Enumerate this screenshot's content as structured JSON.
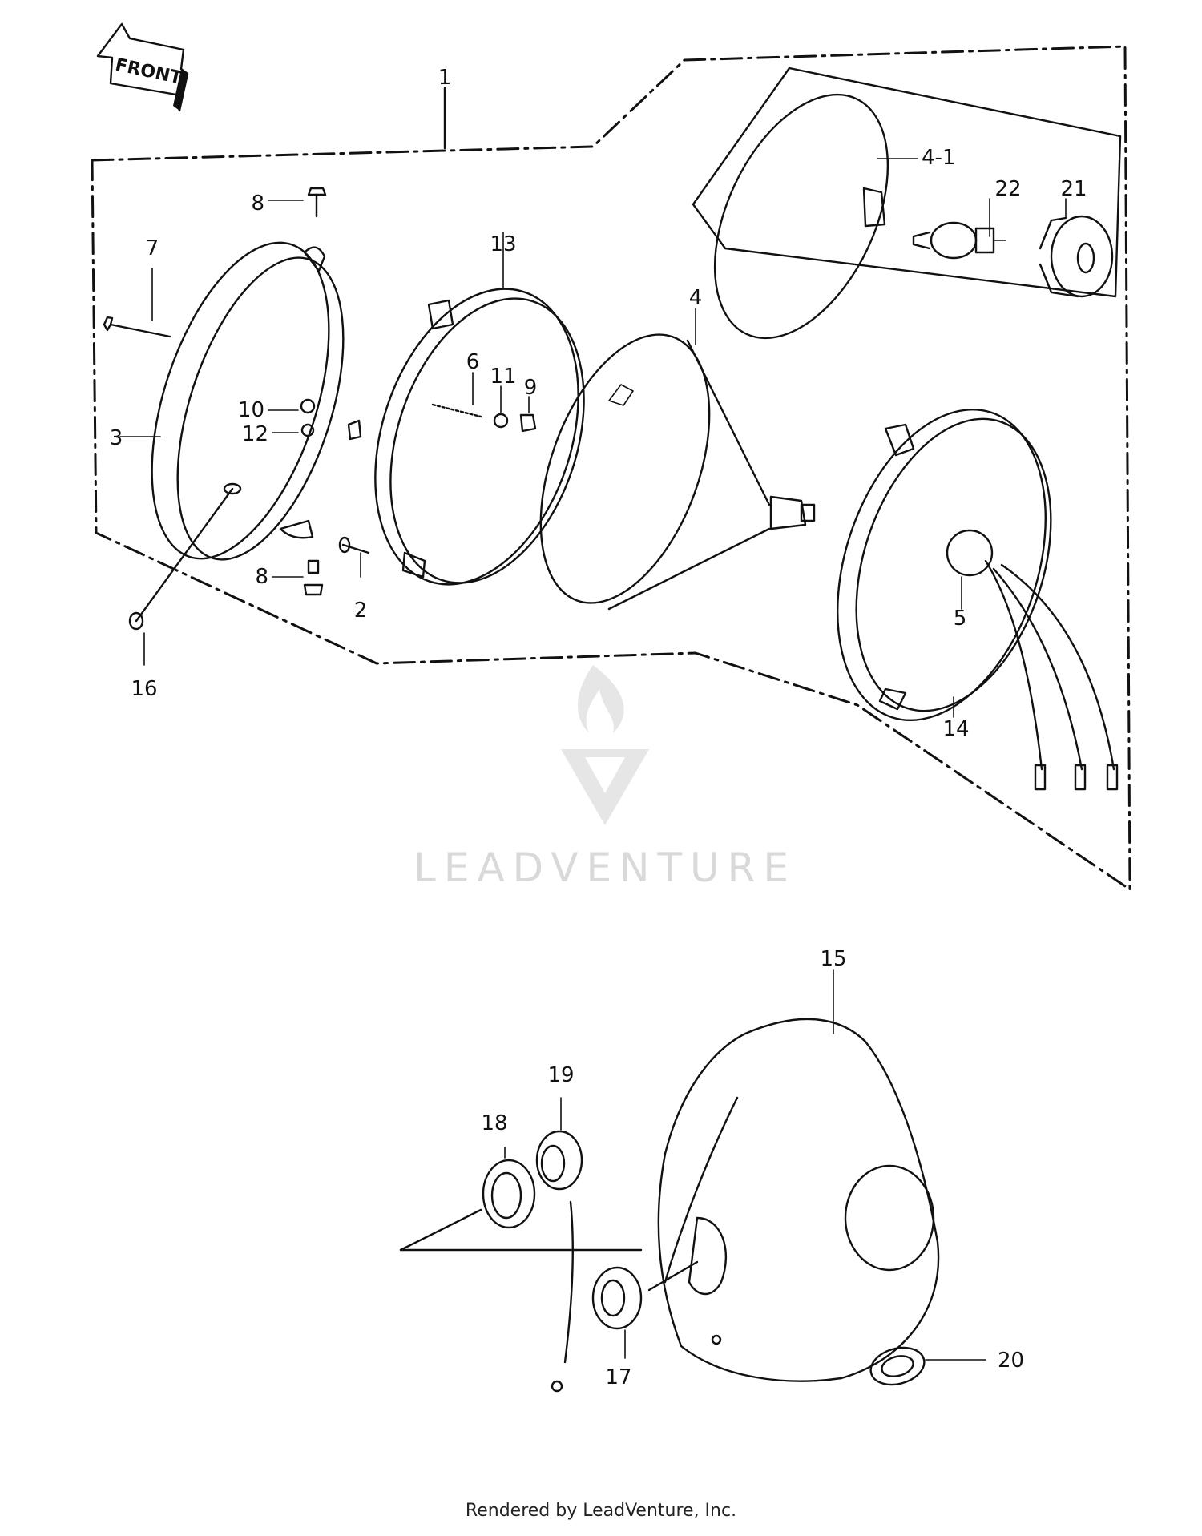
{
  "front_label": "FRONT",
  "watermark": "LEADVENTURE",
  "footer": "Rendered by LeadVenture, Inc.",
  "callouts": {
    "c1": "1",
    "c2": "2",
    "c3": "3",
    "c4": "4",
    "c4_1": "4-1",
    "c5": "5",
    "c6": "6",
    "c7": "7",
    "c8a": "8",
    "c8b": "8",
    "c9": "9",
    "c10": "10",
    "c11": "11",
    "c12": "12",
    "c13": "13",
    "c14": "14",
    "c15": "15",
    "c16": "16",
    "c17": "17",
    "c18": "18",
    "c19": "19",
    "c20": "20",
    "c21": "21",
    "c22": "22"
  }
}
